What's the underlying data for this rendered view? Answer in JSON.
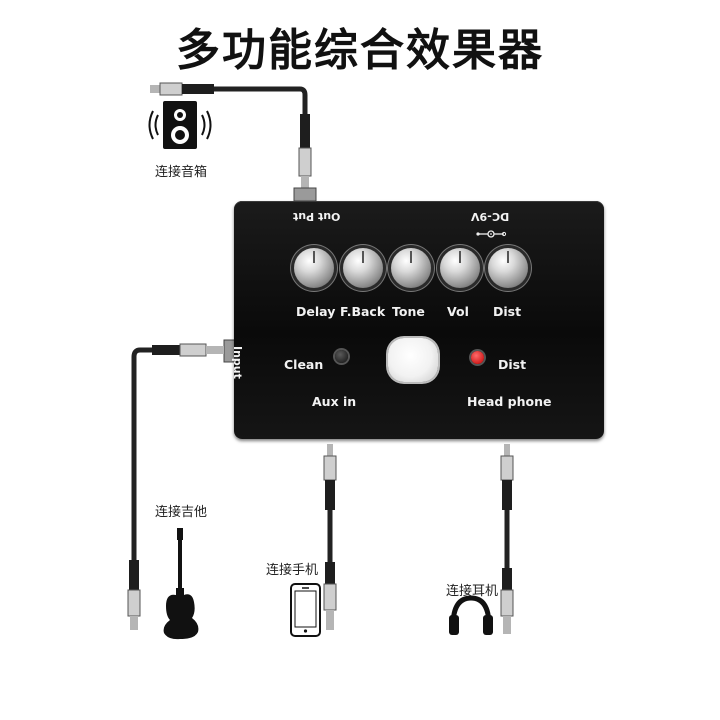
{
  "title": "多功能综合效果器",
  "connections": {
    "speaker": "连接音箱",
    "guitar": "连接吉他",
    "phone": "连接手机",
    "headphone": "连接耳机"
  },
  "pedal": {
    "output_label": "Out Put",
    "power_label": "DC-9V",
    "input_label": "Input",
    "knobs": [
      "Delay",
      "F.Back",
      "Tone",
      "Vol",
      "Dist"
    ],
    "mode_left": "Clean",
    "mode_right": "Dist",
    "aux_in": "Aux in",
    "head_phone": "Head phone",
    "colors": {
      "body": "#111111",
      "led_left": "#222222",
      "led_right": "#d01010",
      "switch": "#f5f5f5"
    }
  }
}
